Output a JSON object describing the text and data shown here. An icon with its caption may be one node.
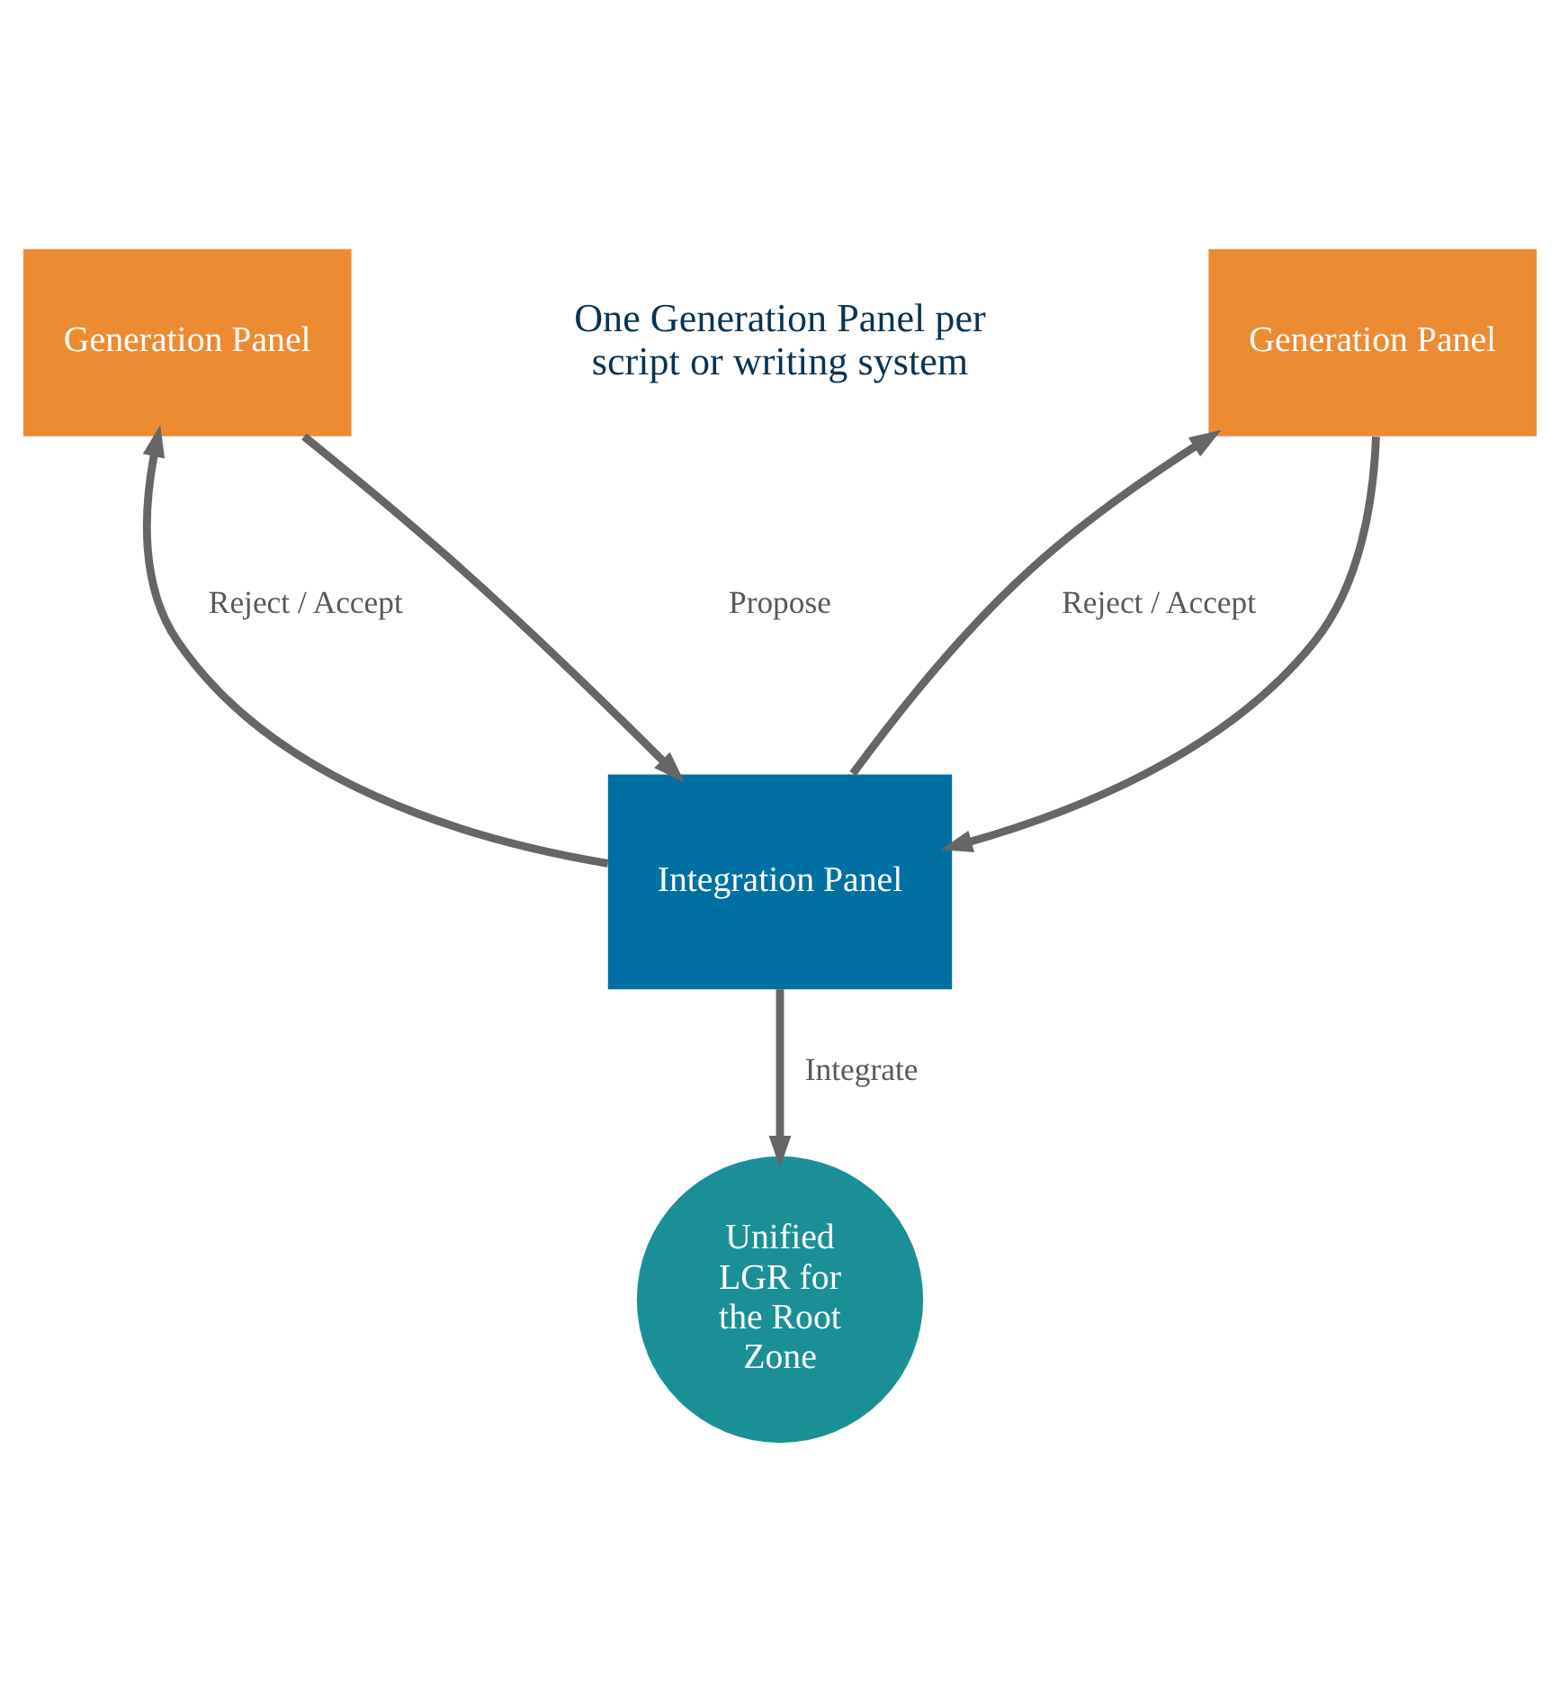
{
  "diagram": {
    "nodes": [
      {
        "text": [
          "Generation Panel"
        ]
      },
      {
        "text": [
          "Generation Panel"
        ]
      },
      {
        "text": [
          "Integration Panel"
        ]
      },
      {
        "text": [
          "Unified LGR for the Root Zone"
        ]
      }
    ],
    "edges": [
      {
        "from": 0,
        "to": 2,
        "arrow": "to"
      },
      {
        "from": 1,
        "to": 2,
        "arrow": "to"
      },
      {
        "from": 2,
        "to": 0,
        "arrow": "to",
        "label": "Reject / Accept"
      },
      {
        "from": 2,
        "to": 1,
        "arrow": "to",
        "label": "Reject / Accept"
      },
      {
        "from": 2,
        "to": 3,
        "arrow": "to",
        "label": "Integrate"
      }
    ],
    "labels": [
      "One Generation Panel per script or writing system",
      "Propose"
    ]
  }
}
